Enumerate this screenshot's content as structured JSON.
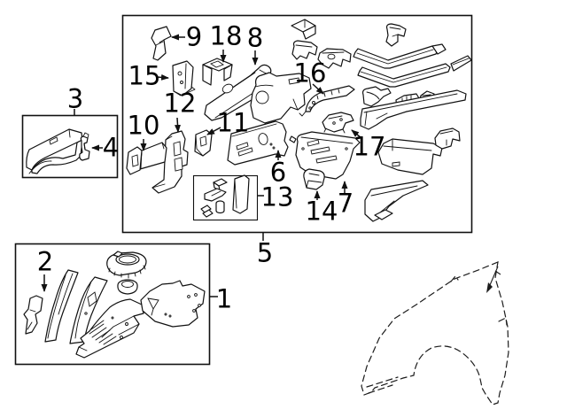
{
  "diagram": {
    "background_color": "#ffffff",
    "line_color": "#111111",
    "callouts": [
      "1",
      "2",
      "3",
      "4",
      "5",
      "6",
      "7",
      "8",
      "9",
      "10",
      "11",
      "12",
      "13",
      "14",
      "15",
      "16",
      "17",
      "18"
    ]
  }
}
